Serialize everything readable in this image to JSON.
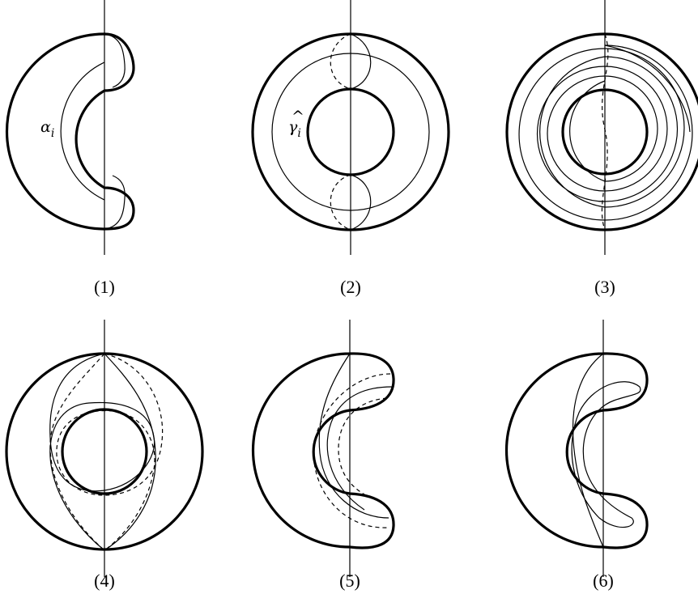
{
  "panels": [
    {
      "caption": "(1)",
      "label": "α",
      "label_sub": "i"
    },
    {
      "caption": "(2)",
      "label": "γ",
      "label_sub": "i",
      "label_accent": "^"
    },
    {
      "caption": "(3)"
    },
    {
      "caption": "(4)"
    },
    {
      "caption": "(5)"
    },
    {
      "caption": "(6)"
    }
  ]
}
